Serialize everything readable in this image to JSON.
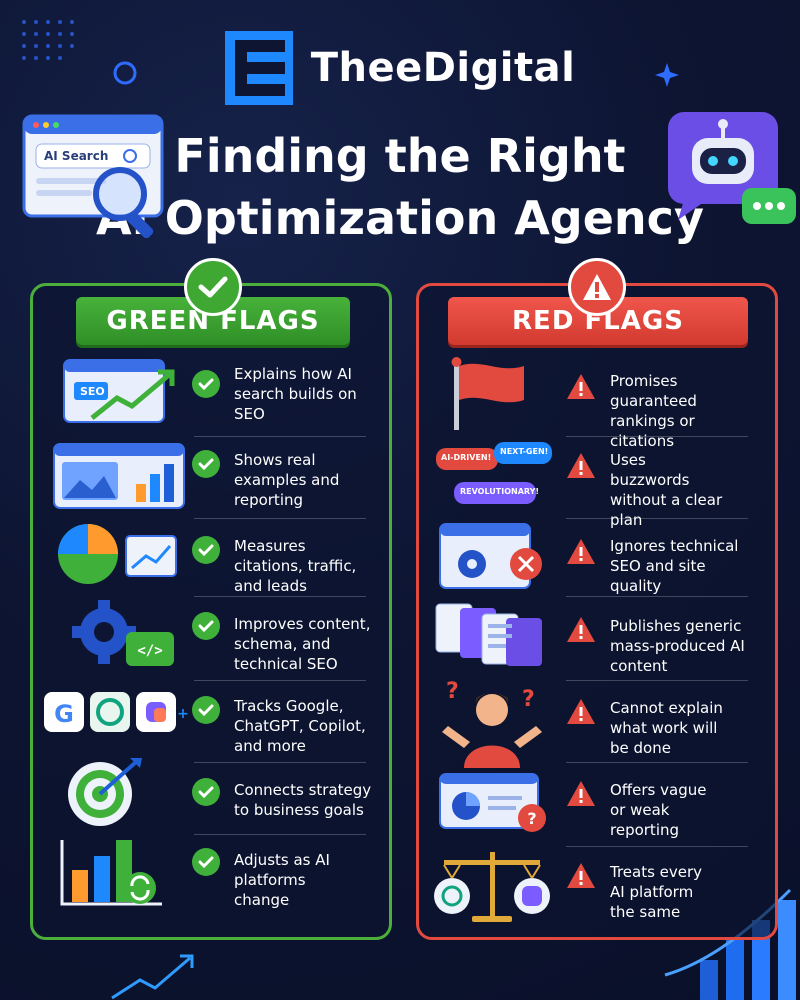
{
  "brand": {
    "name": "TheeDigital"
  },
  "title": {
    "line1": "Finding the Right",
    "line2": "AI Optimization Agency"
  },
  "decor": {
    "search_label": "AI Search",
    "seo_label": "SEO",
    "buzz1": "AI-DRIVEN!",
    "buzz2": "NEXT-GEN!",
    "buzz3": "REVOLUTIONARY!"
  },
  "green": {
    "heading": "GREEN FLAGS",
    "items": [
      {
        "text": "Explains how AI search builds on SEO",
        "icon": "seo-growth-icon"
      },
      {
        "text": "Shows real examples and reporting",
        "icon": "report-window-icon"
      },
      {
        "text": "Measures citations, traffic, and leads",
        "icon": "pie-chart-icon"
      },
      {
        "text": "Improves content, schema, and technical SEO",
        "icon": "gear-code-icon"
      },
      {
        "text": "Tracks Google, ChatGPT, Copilot, and more",
        "icon": "platform-logos-icon"
      },
      {
        "text": "Connects strategy to business goals",
        "icon": "target-icon"
      },
      {
        "text": "Adjusts as AI platforms change",
        "icon": "bar-chart-refresh-icon"
      }
    ]
  },
  "red": {
    "heading": "RED FLAGS",
    "items": [
      {
        "text": "Promises guaranteed rankings or citations",
        "icon": "red-flag-icon"
      },
      {
        "text": "Uses buzzwords without a clear plan",
        "icon": "buzzword-bubbles-icon"
      },
      {
        "text": "Ignores technical SEO and site quality",
        "icon": "gear-error-icon"
      },
      {
        "text": "Publishes generic mass-produced AI content",
        "icon": "document-stack-icon"
      },
      {
        "text": "Cannot explain what work will be done",
        "icon": "confused-person-icon"
      },
      {
        "text": "Offers vague or weak reporting",
        "icon": "report-question-icon"
      },
      {
        "text": "Treats every AI platform the same",
        "icon": "balance-scale-icon"
      }
    ]
  },
  "colors": {
    "green": "#3fb13a",
    "red": "#e34a3f",
    "background": "#0d1533",
    "accent_blue": "#1e88ff"
  }
}
